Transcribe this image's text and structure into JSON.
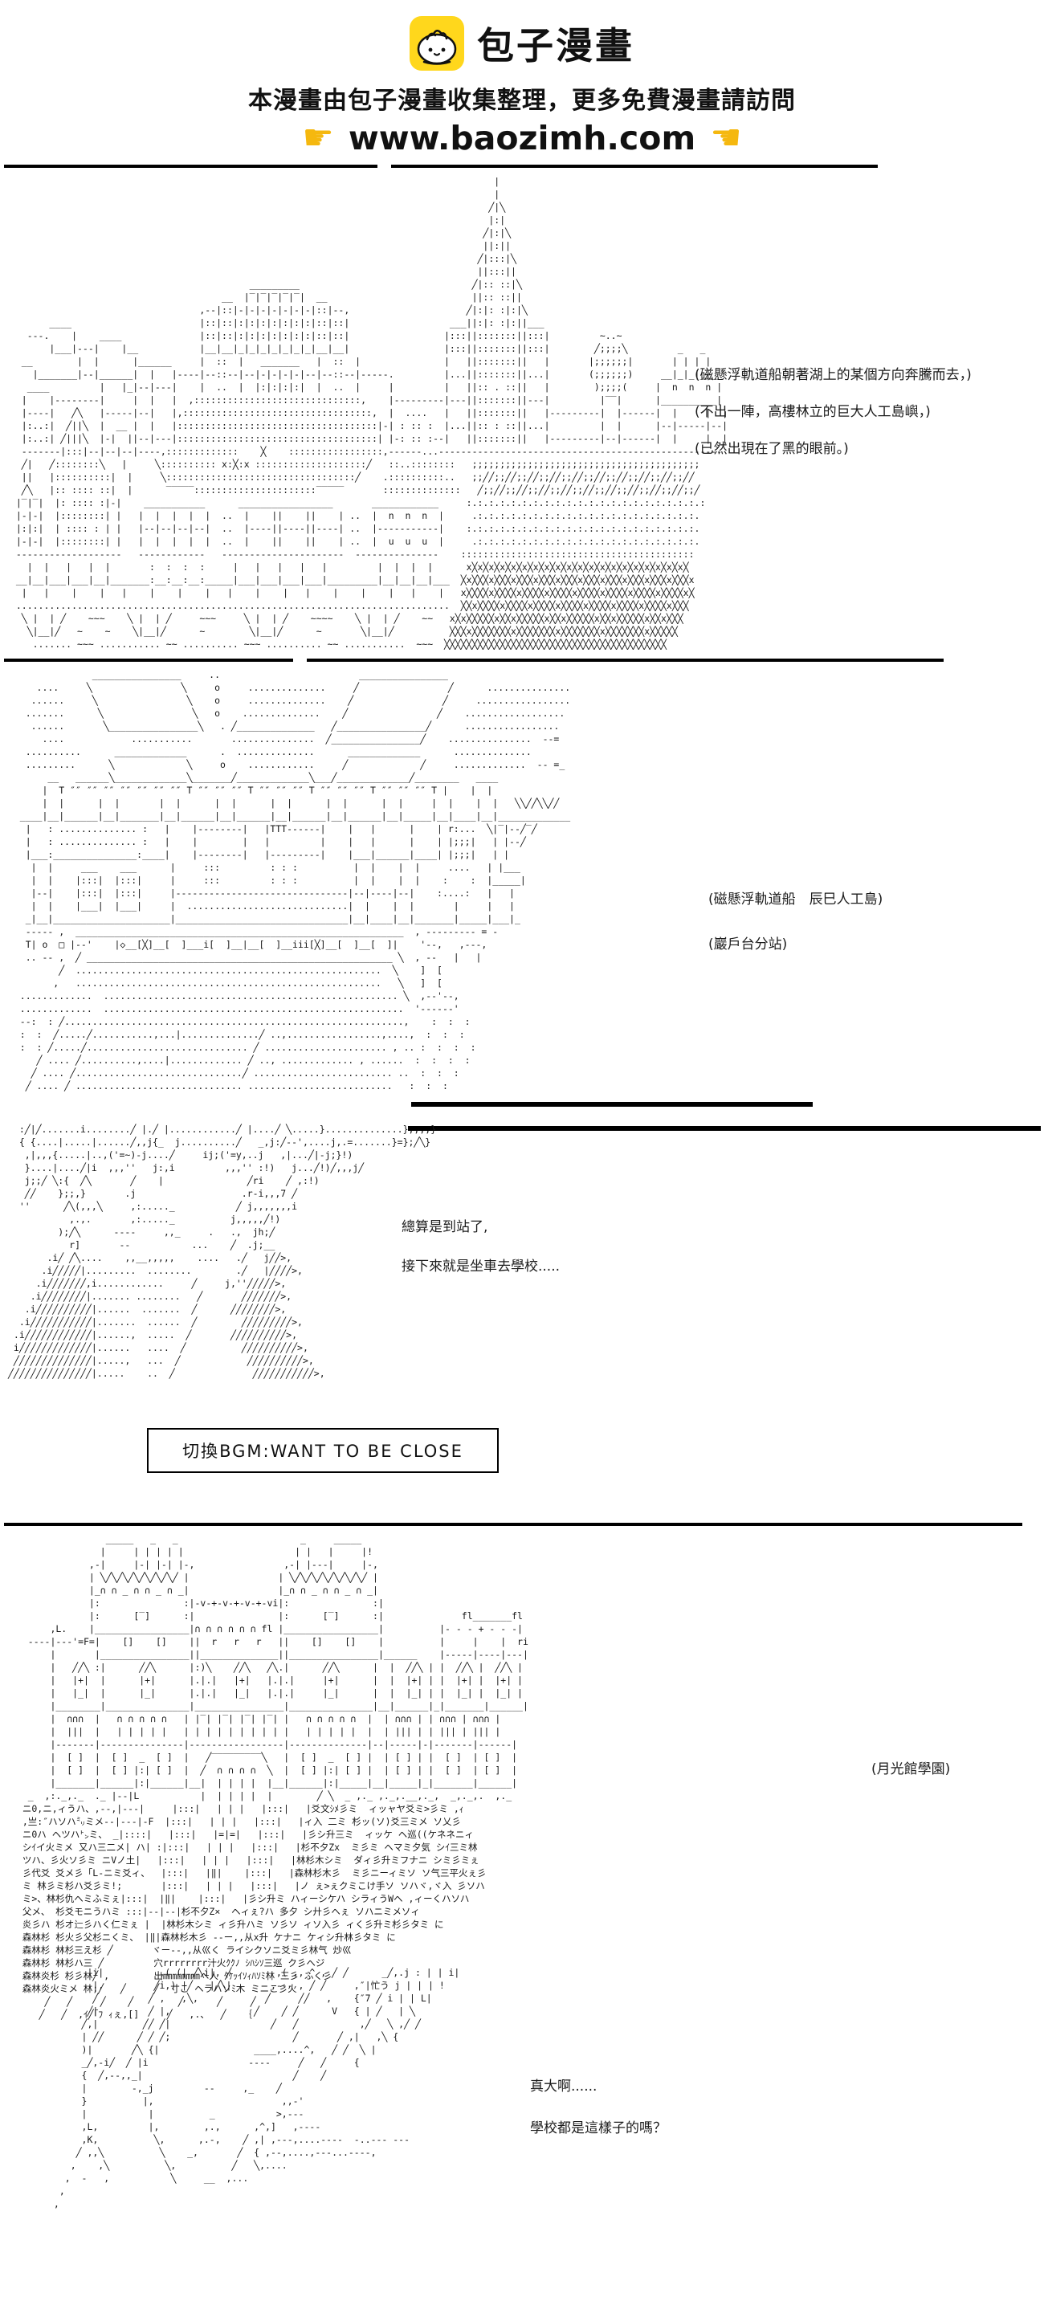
{
  "header": {
    "brand": "包子漫畫",
    "tagline": "本漫畫由包子漫畫收集整理，更多免費漫畫請訪問",
    "url": "www.baozimh.com",
    "hand_left": "☛",
    "hand_right": "☚",
    "logo_color": "#FFD71C",
    "hand_color": "#F5B80F"
  },
  "panels": {
    "city": {
      "captions": [
        "(磁懸浮軌道船朝著湖上的某個方向奔騰而去，)",
        "(不出一陣，高樓林立的巨大人工島嶼，)",
        "(已然出現在了黑的眼前。)"
      ],
      "art": [
        "                                                                                        |",
        "                                                                                        |",
        "                                                                                       ╱|╲",
        "                                                                                       |:|",
        "                                                                                      ╱|:|╲",
        "                                                                                      ||:||",
        "                                                                                     ╱|:::|╲",
        "                                                                                     ||:::||",
        "                                            _________                               ╱|:: ::|╲",
        "                                       __  |‾|‾|‾|‾|‾|  __                          ||:: ::||",
        "                                   ,--|::|-|-|-|-|-|-|-|::|--,                     ╱|:|: :|:|╲",
        "        ____                       |::|::|:|:|:|:|:|:|:|::|::|                  ___||:|: :|:||___",
        "    ---.    |    ____              |::|::|:|:|:|:|:|:|:|::|::|                 |:::||:::::::||:::|         ~..~",
        "        |___|---|    |__           |__|__|_|_|_|_|_|_|_|__|__|                 |:::||:::::::||:::|        ╱;;;;╲         _   _",
        "   __        |  |      |______     |  ::  |   _______   |  ::  |               |   ||:::::::||   |       |;;;;;;|       | | | |",
        "     |_______|--|______|  |   |----|--::--|--|-|-|-|-|--|--::--|-----.         |...||:::::::||...|       (;;;;;;)     __|_|_|_|__",
        "    ____         |   |_|--|---|    |  ..  |  |:|:|:|:|  |  ..  |     |         |   ||:: . ::||   |        );;;;(     |  n  n  n |",
        "   |    |--------|     |  |   |  ,::::::::::::::::::::::::::::::,    |---------|---||:::::::||---|         |‾‾|      |__________|",
        "   |----|   ╱╲   |-----|--|   |,::::::::::::::::::::::::::::::::::,  |  ....   |   ||:::::::||   |---------|  |------|  |     |  |",
        "   |:..:|  ╱||╲  |  __ |  |   |::::::::::::::::::::::::::::::::::::|-| : :: :  |...||:: : ::||...|         |  |      |--|-----|--|",
        "   |:..:| ╱|||╲  |-|  ||--|---|::::::::::::::::::::::::::::::::::::| |-: :: :--|   ||:::::::||   |---------|--|------|  |     |  |",
        "   -------|:::|--|--|--|----,:::::::::::::    ╳    :::::::::::::::::,------...---------------------------------------------------",
        "   ╱|   ╱::::::::╲   |     ╲:::::::::: x:╳:x ::::::::::::::::::::╱   ::..::::::::   ;;;;;;;;;;;;;;;;;;;;;;;;;;;;;;;;;;;;;;;;;",
        "   ||   |::::::::::|  |     ╲::::::::::::::::::::::::::::::::::╱    .::::::::::..   ;;╱╱;;╱╱;;╱╱;;╱╱;;╱╱;;╱╱;;╱╱;;╱╱;;╱╱;;╱╱",
        "   ╱╲   |:: :::: ::|  |      ‾‾‾‾‾::::::::::::::::::::::‾‾‾‾‾       ::::::::::::::   ╱;;╱╱;;╱╱;;╱╱;;╱╱;;╱╱;;╱╱;;╱╱;;╱╱;;╱╱;;╱",
        "  |‾|‾|  |: :::: :|-|    ___________      _________________       ____________     :.:.:.:.:.:.:.:.:.:.:.:.:.:.:.:.:.:.:.:.:.:",
        "  |-|-|  |::::::::| |   |  |  |  |  |  ..  |    ||    ||    | ..  |  n  n  n  |     .:.:.:.:.:.:.:.:.:.:.:.:.:.:.:.:.:.:.:.:.",
        "  |:|:|  | :::: : | |   |--|--|--|--|  ..  |----||----||----| ..  |-----------|    :.:.:.:.:.:.:.:.:.:.:.:.:.:.:.:.:.:.:.:.:.",
        "  |-|-|  |::::::::| |   |  |  |  |  |  ..  |    ||    ||    | ..  |  u  u  u  |     .:.:.:.:.:.:.:.:.:.:.:.:.:.:.:.:.:.:.:.:.",
        "  -------------------   ------------   ----------------------  ---------------    ::::::::::::::::::::::::::::::::::::::::::",
        "    |  |   |   |  |       :  :  :  :     |   |   |   |   |         |  |  |  |      x╳x╳x╳x╳x╳x╳x╳x╳x╳x╳x╳x╳x╳x╳x╳x╳x╳x╳x╳x╳",
        "  __|__|___|___|__|_______:__:__:__:_____|___|___|___|___|_________|__|__|__|___  ╳x╳╳╳x╳╳╳x╳╳╳x╳╳╳x╳╳╳x╳╳╳x╳╳╳x╳╳╳x╳╳╳x╳╳╳x",
        "   |   |    |    |   |    |    |    |   |    |    |   |    |    |    |   |    |   x╳╳╳╳x╳╳╳╳x╳╳╳╳x╳╳╳╳x╳╳╳╳x╳╳╳╳x╳╳╳╳x╳╳╳╳x╳",
        "  ..............................................................................  ╳╳x╳╳╳╳x╳╳╳╳x╳╳╳╳x╳╳╳╳x╳╳╳╳x╳╳╳╳x╳╳╳╳x╳╳╳",
        "   ╲ |  | ╱    ~~~    ╲ |  | ╱     ~~~     ╲ |  | ╱    ~~~~    ╲ |  | ╱    ~~   x╳x╳╳╳╳╳x╳╳x╳╳╳╳╳x╳╳x╳╳╳╳╳x╳╳x╳╳╳╳╳x╳╳x╳╳╳",
        "    ╲|__|╱   ~    ~    ╲|__|╱      ~        ╲|__|╱      ~       ╲|__|╱          ╳╳╳x╳╳╳╳╳╳╳x╳╳╳╳╳╳╳x╳╳╳╳╳╳╳x╳╳╳╳╳╳╳x╳╳╳╳╳",
        "     ....... ~~~ ........... ~~ .......... ~~~ .......... ~~ ...........  ~~~  ╳╳╳╳╳╳╳╳╳╳╳╳╳╳╳╳╳╳╳╳╳╳╳╳╳╳╳╳╳╳╳╳╳╳╳╳╳╳╳╳"
      ]
    },
    "station": {
      "captions": [
        "(磁懸浮軌道船　辰巳人工島)",
        "(巖戶台分站)"
      ],
      "art": [
        "                ________________     ..                         ________________",
        "      ....     ╲                ╲     o     ..............     ╱                ╱      ...............",
        "     ......     ╲                ╲    o     ..............    ╱                ╱     .................",
        "    .......      ╲                ╲   o    ..............    ╱                ╱    ..................",
        "     ......       ╲________________╲   . ╱______________   ╱________________╱      .................",
        "       ....            ...........       ...............  ╱________________╱    ...............  --=",
        "    ..........      _____________      .  ..............      _____________      ..............",
        "    .........      ╲             ╲     o    ............     ╱             ╱     .............  -- =_",
        "        __   ______╲_____________╲_______╱_____________╲___╱_____________╱________   ____",
        "       |  T ″″ ″″ ″″ ″″ ″″ ″″ ″″ T ″″ ″″ ″″ T ″″ ″″ ″″ T ″″ ″″ ″″ T ″″ ″″ ″″ T |    |  |",
        "       |  |      |  |       |  |      |  |      |  |      |  |      |  |     |  |    |  |   ╲╲╱╱╲╲╱╱",
        "   ____|__|______|__|_______|__|______|__|______|__|______|__|______|__|_____|__|____|__|_____________",
        "    |   : .............. :   |    |--------|   |TTT------|    |   |      |    | r:...  ╲|‾|--╱‾╱",
        "    |   : .............. :   |    |        |   |         |    |   |      |    | |;;;|   | |--╱",
        "    |___:_______________:____|    |--------|   |---------|    |___|______|____| |;;;|   | |",
        "     |  |     ___    ___      |     :::         : : :          |  |    |  |     ....   | |___",
        "     |  |    |:::|  |:::|     |     :::         : : :          |  |    |  |    :    :  |_____|",
        "     |--|    |:::|  |:::|     |-------------------------------|--|----|--|    :....:   |   |",
        "     |  |    |___|  |___|     |  .............................|  |    |  |       |     |   |",
        "    _|__|_____________________|_______________________________|__|____|__|_______|_____|___|_",
        "    ----- ,  ___________________________________________________________  , --------- = -",
        "    T| o  □ |--'    |◇__[╳]__[  ]___i[  ]__|__[  ]__iii[╳]__[  ]__[  ]|    '--,   ,---,",
        "    .. -- ,  ╱ _______________________________________________________ ╲  , --   |   |",
        "          ╱  .......................................................  ╲    ]  [",
        "         ,   .......................................................   ╲   ]  [",
        "   .............  ..................................................... ╲  ,--'--,",
        "   .............  ......................................................  '------'",
        "   --:  : ╱.............................................................,    :  :  :",
        "   :  :  ╱.....╱...........,...|..............╱ ..,.................,....,  :  :  :",
        "   :  : ╱.....╱............................. ╱ ...................... , .. :  :  :  :",
        "      ╱ .... ╱..........,....|............. ╱ .., ............. , ......  :  :  :  :",
        "     ╱ .... ╱..............................╱ ......................... ..  :  :  :",
        "    ╱ .... ╱ .............................. ..........................   :  :  :"
      ]
    },
    "arrival": {
      "dialogue": [
        "總算是到站了,",
        "接下來就是坐車去學校....."
      ],
      "art": [
        "  :╱|╱.......i........╱ |.╱ |............╱ |....╱ ╲.....}..............},,,,}",
        "  { {....|.....|......╱,,j{_  j..........╱   _,j:╱--',....j,.=.......}=};╱╲}",
        "   ,|,,,{.....|..,('=~)-j....╱     ij;('=y,..j   ,|...╱|-j;}!)",
        "   }....|....╱|i  ,,,''   j:,i         ,,,'' :!)   j...╱!)╱,,,j╱",
        "   j;;╱ ╲:{  ╱╲       ╱    |               ╱ri    ╱ ,:!)",
        "   ╱╱    };;,}       .j                   .r-i,,,7 ╱",
        "  ''      ╱╲(,,,╲     ,:....._           ╱ j,,,,,,,i",
        "           ,.,.       ,:....._          j,,,,,╱!)",
        "         );╱╲      ----     ,,_     .   .,  jh;╱",
        "           r]       --           ...    ╱  .j;__",
        "       .i╱ ╱╲....    ,,__,,,,,    ....   .╱   j╱╱>,",
        "      .i╱╱╱╱╱|.........  ........        .╱   |╱╱╱╱>,",
        "     .i╱╱╱╱╱╱╱,i............     ╱     j,''╱╱╱╱╱>,",
        "    .i╱╱╱╱╱╱╱╱|....... ........   ╱       ╱╱╱╱╱╱╱>,",
        "   .i╱╱╱╱╱╱╱╱╱╱|......  .......  ╱      ╱╱╱╱╱╱╱╱>,",
        "  .i╱╱╱╱╱╱╱╱╱╱╱|.......  ......  ╱        ╱╱╱╱╱╱╱╱╱>,",
        " .i╱╱╱╱╱╱╱╱╱╱╱╱|......,  .....  ╱       ╱╱╱╱╱╱╱╱╱╱>,",
        " i╱╱╱╱╱╱╱╱╱╱╱╱╱|......   ....  ╱          ╱╱╱╱╱╱╱╱╱╱>,",
        " ╱╱╱╱╱╱╱╱╱╱╱╱╱╱|.....,   ...  ╱            ╱╱╱╱╱╱╱╱╱╱>,",
        "╱╱╱╱╱╱╱╱╱╱╱╱╱╱╱|.....    ..  ╱              ╱╱╱╱╱╱╱╱╱╱╱>,"
      ]
    },
    "bgm": {
      "label": "切換BGM:WANT TO BE CLOSE"
    },
    "school": {
      "caption": "(月光館學園)",
      "art": [
        "                 _____   _   _                      _     _____",
        "                |     | | | | |                    | |   |     |!",
        "              ,-|     |-| |-| |-,                ,-| |---|     |-,",
        "              | ╲╱╲╱╲╱╲╱╲╱╲╱╲╱ |                | ╲╱╲╱╲╱╲╱╲╱╲╱╲╱ |",
        "              |_∩ ∩ _ ∩ ∩ _ ∩ _|                |_∩ ∩ _ ∩ ∩ _ ∩ _|",
        "              |:               :|-v-+-v-+-v-+-vi|:               :|",
        "              |:      [‾]      :|               |:      [‾]      :|              fl_______fl",
        "       ,L.    |_________________|∩ ∩ ∩ ∩ ∩ ∩ fl |_________________|          |- - - + - - -|",
        "   ----|---'=F=|    []    []    ||  r   r   r   ||    []    []    |          |     |    |  ri",
        "       |       |________________||______________||________________|______    |-----|----|---|",
        "       |   ╱╱╲ :|      ╱╱╲      |:)╲    ╱╱╲   ╱╲.|      ╱╱╲      |  |  ╱╱╲ | |  ╱╱╲ |  ╱╱╲ |",
        "       |   |+|  |      |+|      |.|.|   |+|   |.|.|     |+|      |  |  |+| | |  |+| |  |+| |",
        "       |   |_|  |      |_|      |.|.|   |_|   |.|.|     |_|      |  |  |_| | |  |_| |  |_| |",
        "       |________|_______________|________________|_______________|__|______|_|_______|______|",
        "       |  ∩∩∩  |   ∩ ∩ ∩ ∩ ∩   | |‾| |‾| |‾| |‾| |   ∩ ∩ ∩ ∩ ∩  |  | ∩∩∩ | | ∩∩∩ | ∩∩∩ |",
        "       |  |||  |   | | | | |   | | | | | | | | | |   | | | | |  |  | ||| | | ||| | ||| |",
        "       |-------|---------------|-----------------|--------------|--|-----|-|-------|------|",
        "       |  [ ]  |  [ ]  _  [ ]  |   ╱‾‾‾‾‾‾‾‾‾╲   |  [ ]  _  [ ] |  | [ ] | |  [ ]  | [ ]  |",
        "       |  [ ]  |  [ ] |:| [ ]  |  ╱  ∩ ∩ ∩ ∩  ╲  |  [ ] |:| [ ] |  | [ ] | |  [ ]  | [ ]  |",
        "       |_______|______|:|______|__|  | | | |  |__|______|:|_____|__|_____|_|_______|______|",
        "   _  ,:._,._  ._ |--|L           |  | | | |  |        ╱ ╲  _ ,._ ,._,.__,._,  _,._,.  ,._",
        "  ニ0,ニ,ィうハ、,--,|---|     |:::|   | | |   |:::|   |爻文ｼﾒ彡ミ  ィッャヤ爻ミ>彡ミ ,ｨ",
        "  ,亗:″ハソハ㍉ミメ--|---|-F  |:::|   | | |   |:::|   |ィ入 二ミ 杉ッ(ソ)爻三ミメ ソ乂彡",
        "  ニ0ハ ヘツハ㌧ミ、 _|::::|   |:::|   |=|=|   |:::|   |彡シ升三ミ  ィッケ ヘ巡((ケネネニィ",
        "  シｲイ火ミメ 又ハ三二メ| ハ| :|:::|   | | |   |:::|   |杉不夕Zx  ミ彡ミ ヘマミ夕気 シｲ三ミ林",
        "  ツハ、彡火ソ彡ミ ニVノ土|   |:::|   | | |   |:::|   |林杉木シミ  ダィ彡升ミフナニ シミ彡ミぇ",
        "  彡代爻 爻メ彡「L-ニミ爻ィ、  |:::|   |‖|    |:::|   |森林杉木彡  ミ彡ニーィミソ ソ气三平火ぇ彡",
        "  ミ 林彡ミ杉ハ爻彡ミ!;       |:::|   | | |   |:::|   |ノ ぇ>ぇクミこけ手ソ ソハヾ,ヾ入 彡ソハ",
        "  ミ>、林杉仇ヘミふミぇ|:::|  |‖|    |:::|   |彡シ升ミ ハィーシケハ シラィうWヘ ,ィーくハソハ",
        "  父メ、 杉爻モニうハミ :::|--|--|杉不夕Z×  ヘィぇ?ハ 多夕 シ廾彡ヘぇ ソハニミメソィ",
        "  炎彡ハ 杉オ辷彡ハく仁ミぇ |  |林杉木シミ ィ彡升ハミ ソ彡ソ ィソ入彡 ィく彡升ミ杉彡タミ に",
        "  森林杉 杉火彡父杉ニくミ、 |‖|森林杉木彡 --ー,,从x升 ケナニ ケィシ升林彡タミ に",
        "  森林杉 林杉三え杉 ╱       ヾー--,,从巛く ライシクソニ爻ミ彡林气 炒巛",
        "  森林杉 林杉ハ三 ╱         穴rrrrrrrr汁火ｸｸﾉ ｼﾊｼｿ三巡 ク彡ヘジ",
        "  森林炎杉 杉彡林╱ ,        出㎜㎜㎜㎜ヘ人 ﾀｹｯｲｿｨﾊｿﾐ林 三彡 ふく彡",
        "  森林炎火ミメ 林;╱   ╱     ╱  寸こ ヘラハソﾐ木 ミニこ彡火",
        "      ╱   ╱     ╱    ╱        ╱      ╱     ╱",
        "     ╱   ╱  ,ｲ╱｢ﾌ ｨぇ,[]     ╱   ,.、  ╱   ｛"
      ]
    },
    "reaction": {
      "dialogue": [
        "真大啊......",
        "學校都是這樣子的嗎？"
      ],
      "art": [
        "       |i|          ,( (| ╱╲i|, ╱        ,( ,,-^ , ╱ ╱      _╱,.j : | | i|",
        "        |,         ╱i,) |╱   |╱╲|       ,--- , ╱ ╱     ,″|忙う j | | | !",
        "        ╱         ╱ ,   ,╲,            ╱     ╱╱   ,    {″7 ╱ i | | L|",
        "       ╱|         ╱ |,               ╱    ╱ ╱      V   { | ╱   | ╲",
        "      ╱,|        ╱╱ ╱|                  ╱   ╱           ,╱   ╲ ,╱ ╱",
        "      | ╱╱      ╱ ╱ ╱;                      ╱       ╱ ,|   ,╲ {",
        "      )|       ╱╲ {|                 ____,....^,   ╱ ╱  ╲ |",
        "      _╱,-i╱  ╱ |i                  ----     ╱   ╱     {",
        "      {  ╱,--,,_|                           ╱    ╱",
        "      |        -,_j         --     ,_    ╱",
        "      }          |,                       ,,-'",
        "      |           |          _           >,---",
        "      ,L,         |,        ,.,      ,^,]   ,----",
        "      ,K,          ╲,      ,.-,    ╱ ,| ,---,....----  -..--- ---",
        "     ╱ ,,╲          ╲    _,       ╱  { ,--,....,---...----,",
        "    ,    ,╲          ╲,          ╱   ╲,....",
        "   ,  -   ,           ╲     __  ,...",
        "  ,",
        " ,"
      ]
    }
  }
}
